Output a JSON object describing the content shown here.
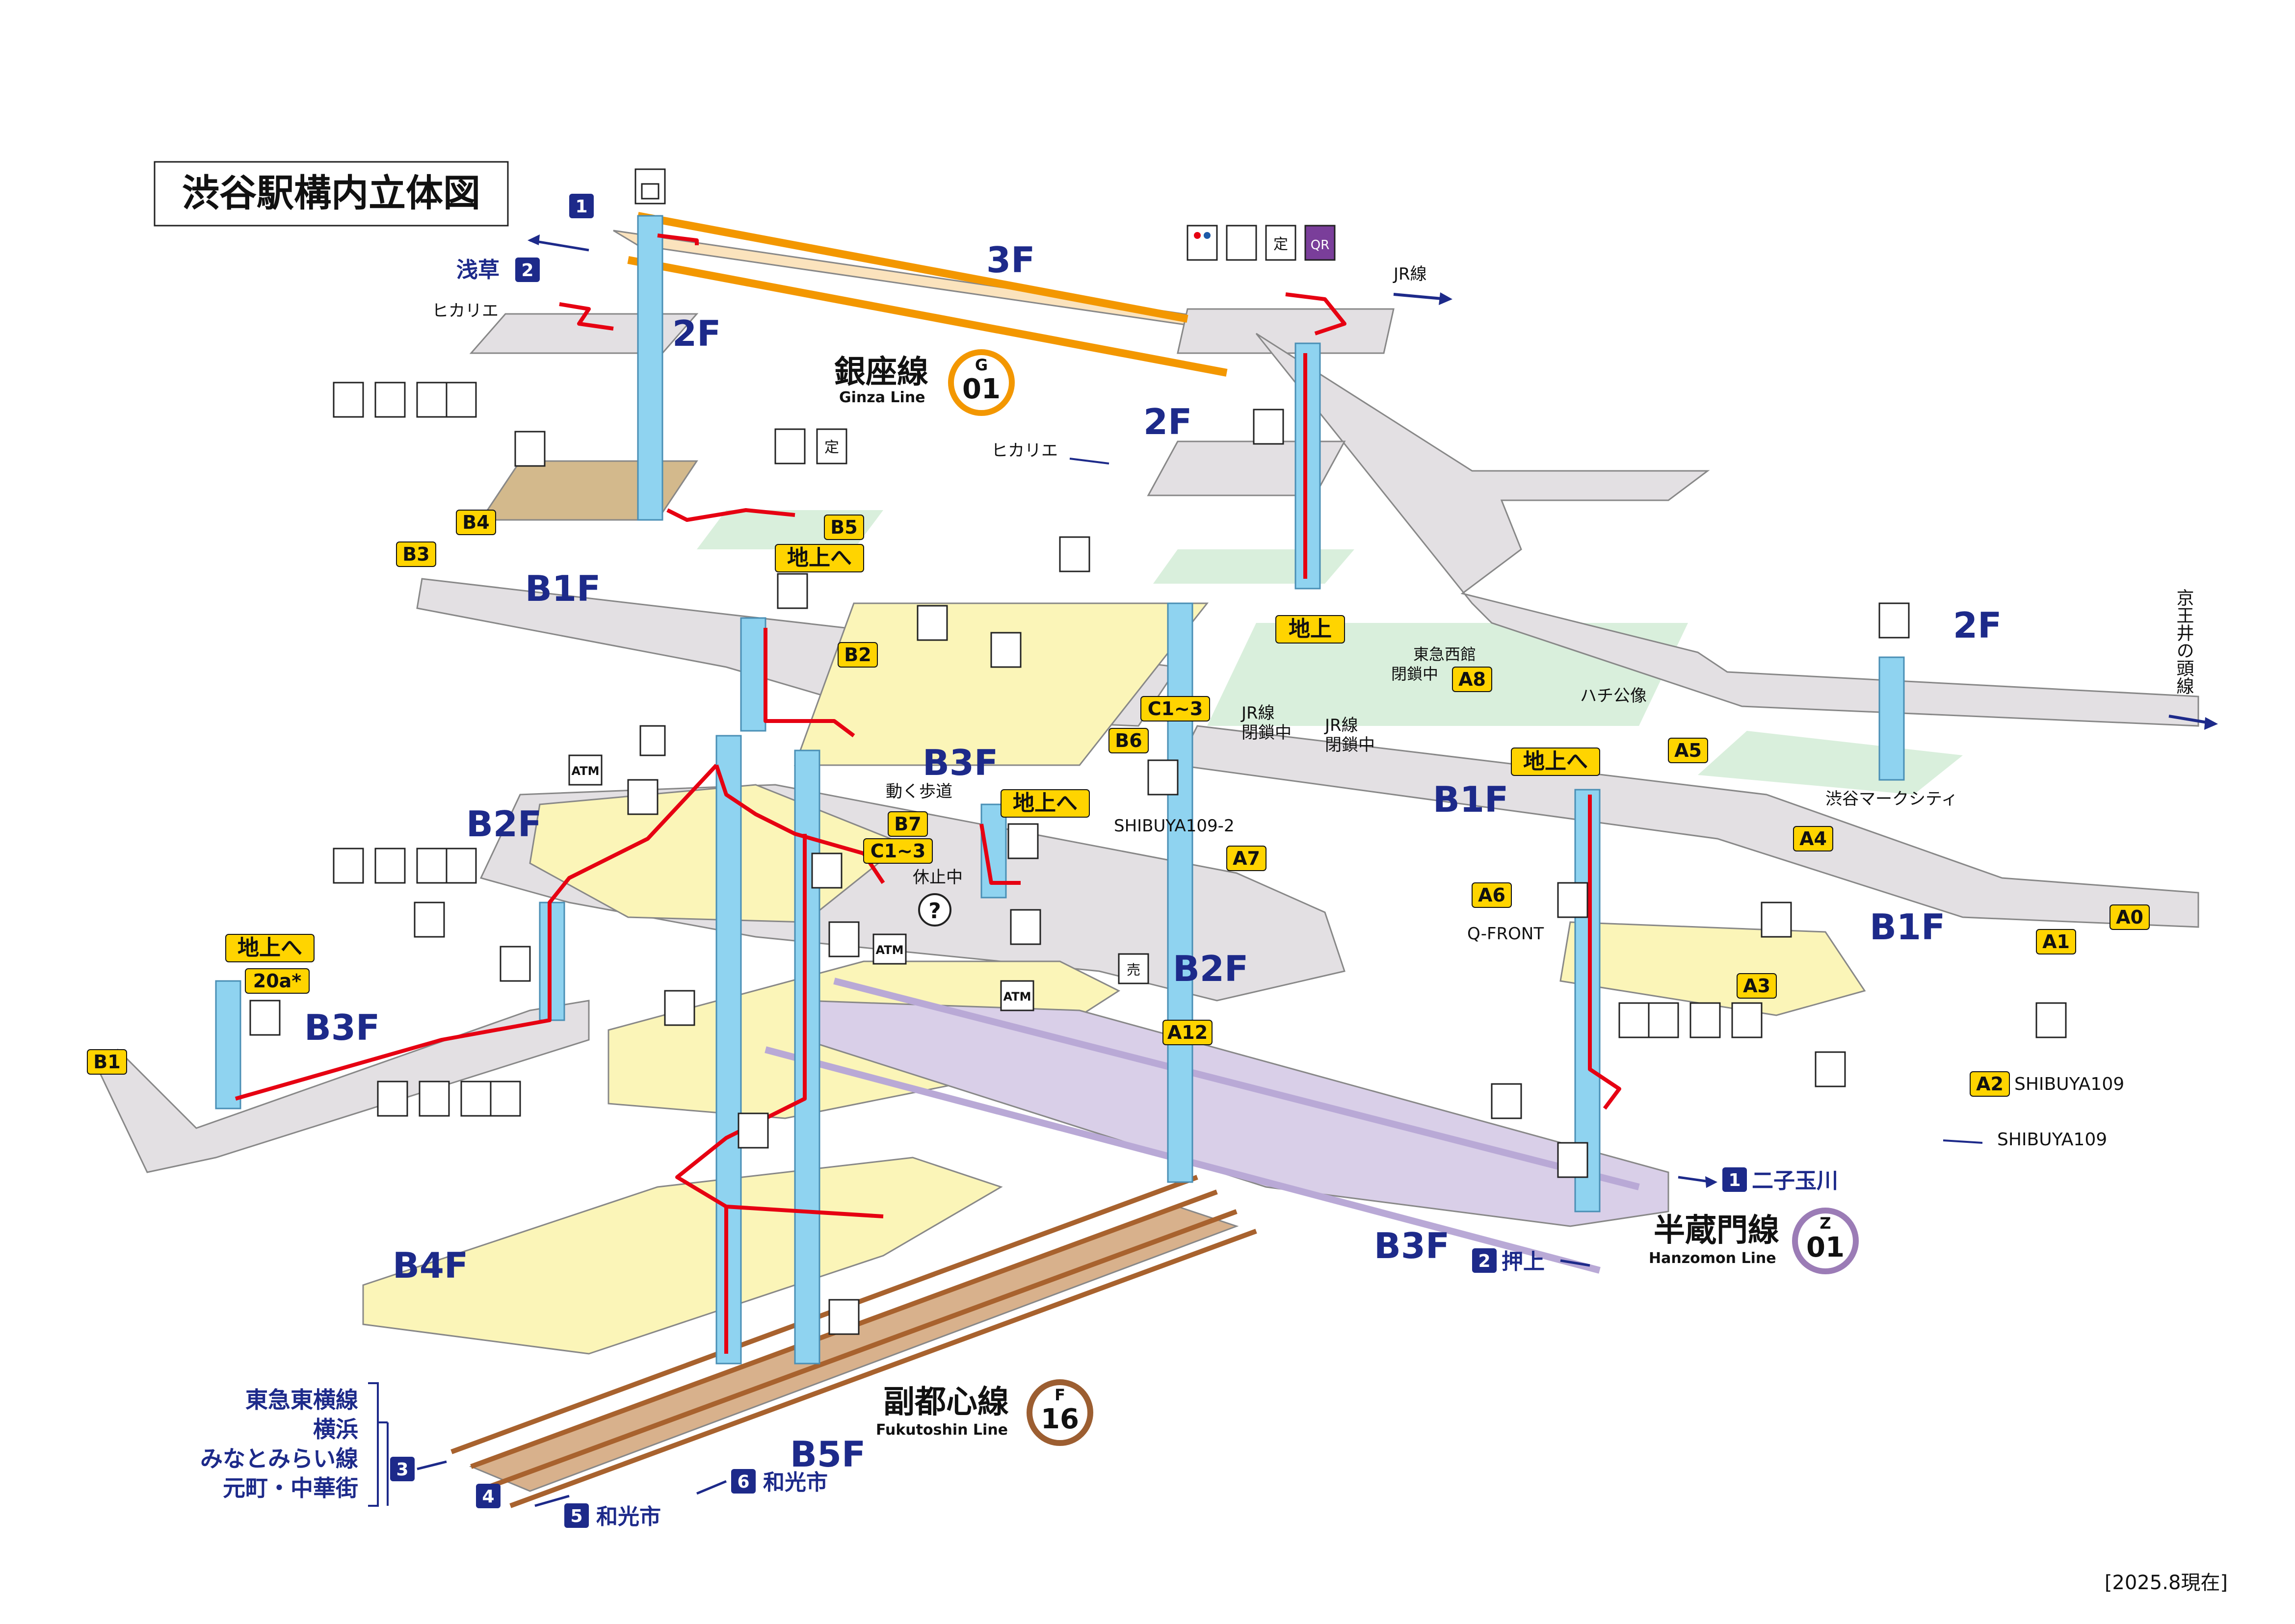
{
  "title": "渋谷駅構内立体図",
  "date_note": "[2025.8現在]",
  "floors": [
    "3F",
    "2F",
    "2F",
    "2F",
    "B1F",
    "B1F",
    "B1F",
    "B2F",
    "B2F",
    "B3F",
    "B3F",
    "B3F",
    "B4F",
    "B5F"
  ],
  "lines": {
    "ginza": {
      "name_ja": "銀座線",
      "name_en": "Ginza Line",
      "letter": "G",
      "num": "01",
      "color": "#f39700"
    },
    "hanzomon": {
      "name_ja": "半蔵門線",
      "name_en": "Hanzomon Line",
      "letter": "Z",
      "num": "01",
      "color": "#9b7cb6"
    },
    "fukutoshin": {
      "name_ja": "副都心線",
      "name_en": "Fukutoshin Line",
      "letter": "F",
      "num": "16",
      "color": "#9c5e31"
    }
  },
  "platform_labels": [
    {
      "num": "1",
      "text": ""
    },
    {
      "num": "2",
      "text": "浅草"
    },
    {
      "num": "1",
      "text": "二子玉川"
    },
    {
      "num": "2",
      "text": "押上"
    },
    {
      "num": "3",
      "text": ""
    },
    {
      "num": "4",
      "text": ""
    },
    {
      "num": "5",
      "text": "和光市"
    },
    {
      "num": "6",
      "text": "和光市"
    }
  ],
  "through_lines": [
    "東急東横線",
    "横浜",
    "みなとみらい線",
    "元町・中華街"
  ],
  "exits": [
    "B5",
    "B4",
    "B3",
    "B2",
    "B1",
    "B6",
    "B7",
    "20a*",
    "C1~3",
    "C1~3",
    "A0",
    "A1",
    "A2",
    "A3",
    "A4",
    "A5",
    "A6",
    "A7",
    "A8",
    "A12"
  ],
  "exit_texts": [
    "地上へ",
    "地上へ",
    "地上へ",
    "地上へ",
    "地上"
  ],
  "place_labels": [
    "ヒカリエ",
    "ヒカリエ",
    "JR線",
    "ハチ公像",
    "渋谷マークシティ",
    "京王井の頭線",
    "SHIBUYA109-2",
    "Q-FRONT",
    "SHIBUYA109",
    "SHIBUYA109",
    "動く歩道",
    "休止中",
    "JR線",
    "閉鎖中",
    "JR線",
    "閉鎖中",
    "東急西館",
    "閉鎖中"
  ],
  "icon_texts": {
    "atm": "ATM",
    "teiki": "定",
    "qr": "QR",
    "shop": "売",
    "info": "?"
  },
  "colors": {
    "ginza": "#f39700",
    "hanzomon": "#b9a9d6",
    "fukutoshin": "#c98a55",
    "elevator": "#8fd3f0",
    "route": "#e60012",
    "concourse": "#fbf5b8",
    "passage": "#e3e0e3",
    "ground": "#d9efdc",
    "text_blue": "#1d2a8a"
  }
}
